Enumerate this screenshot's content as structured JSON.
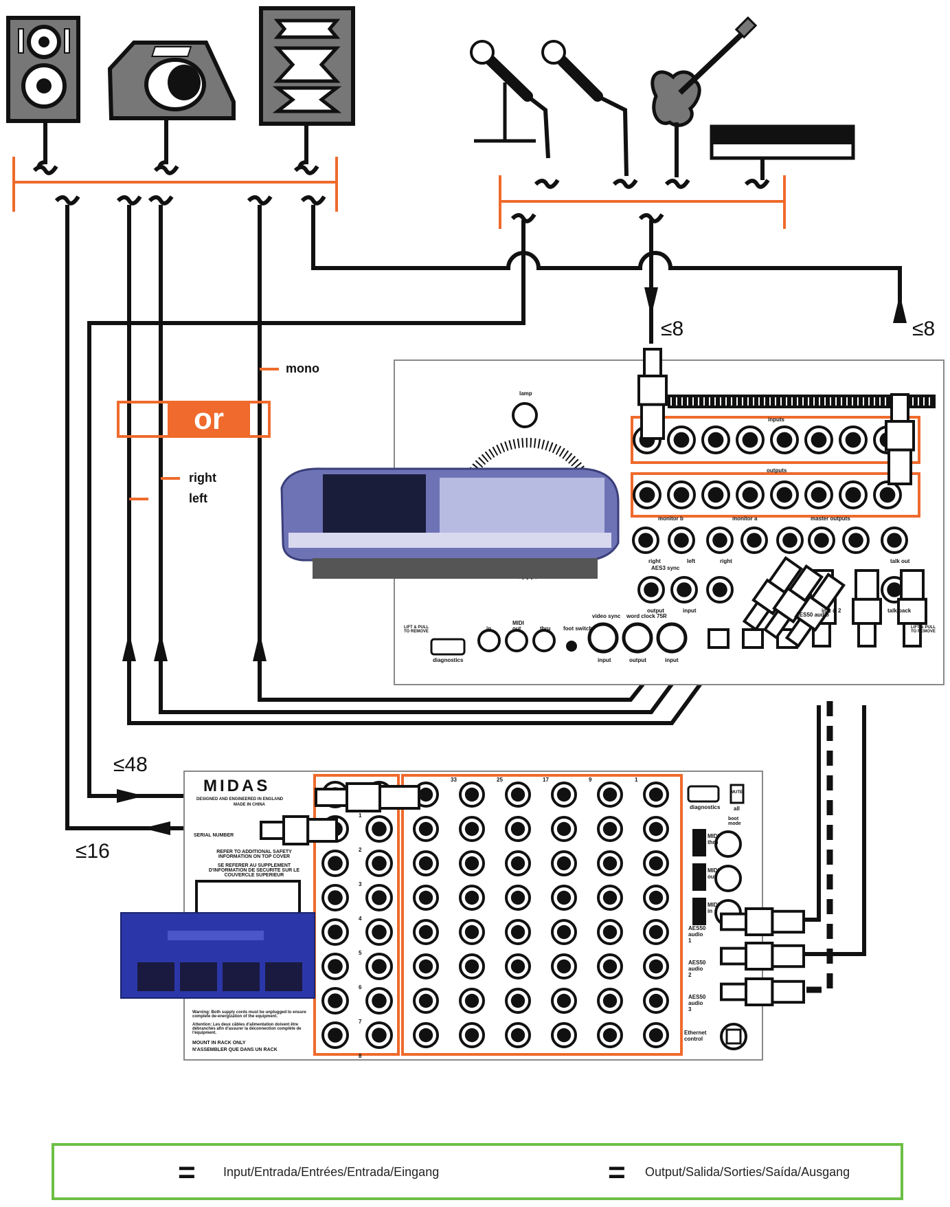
{
  "labels": {
    "mono": "mono",
    "or": "or",
    "right": "right",
    "left": "left",
    "le8_a": "≤8",
    "le8_b": "≤8",
    "le48": "≤48",
    "le16": "≤16"
  },
  "console_panel": {
    "lamp": "lamp",
    "inputs": "inputs",
    "outputs": "outputs",
    "monitor_b": "monitor b",
    "monitor_a": "monitor a",
    "master_outputs": "master outputs",
    "right": "right",
    "left": "left",
    "talk_out": "talk out",
    "aes3_sync": "AES3 sync",
    "output": "output",
    "input": "input",
    "in_1_2": "in 1 & 2",
    "talk_back": "talk back",
    "aes50_audio": "AES50 audio",
    "midi": "MIDI",
    "midi_in": "in",
    "midi_out": "out",
    "midi_thru": "thru",
    "foot_switch": "foot switch",
    "video_sync": "video sync",
    "word_clock": "word clock 75R",
    "diagnostics": "diagnostics",
    "lift_pull": "LIFT & PULL TO REMOVE"
  },
  "rack_panel": {
    "brand": "MIDAS",
    "designed": "DESIGNED AND ENGINEERED IN ENGLAND",
    "made": "MADE IN CHINA",
    "serial": "SERIAL NUMBER",
    "safety1": "REFER TO ADDITIONAL SAFETY INFORMATION ON TOP COVER",
    "safety2": "SE REFERER AU SUPPLEMENT D'INFORMATION DE SECURITE SUR LE COUVERCLE SUPERIEUR",
    "warning": "Warning: Both supply cords must be unplugged to ensure complete de-energization of the equipment.",
    "attention": "Attention: Les deux câbles d'alimentation doivent être débranchés afin d'assurer la déconnection complète de l'équipment.",
    "mount1": "MOUNT IN RACK ONLY",
    "mount2": "N'ASSEMBLER QUE DANS UN RACK",
    "diagnostics": "diagnostics",
    "mute": "MUTE",
    "all": "all",
    "boot_mode": "boot mode",
    "midi_thru": "MIDI thru",
    "midi_out": "MIDI out",
    "midi_in": "MIDI in",
    "aes50_1": "AES50 audio 1",
    "aes50_2": "AES50 audio 2",
    "aes50_3": "AES50 audio 3",
    "ethernet": "Ethernet control",
    "col_numbers": [
      "33",
      "25",
      "17",
      "9",
      "1"
    ],
    "left_numbers": [
      "1",
      "2",
      "3",
      "4",
      "5",
      "6",
      "7",
      "8"
    ]
  },
  "legend": {
    "input_text": "Input/Entrada/Entrées/Entrada/Eingang",
    "output_text": "Output/Salida/Sorties/Saída/Ausgang",
    "equals": "="
  },
  "colors": {
    "accent": "#ef6a2c",
    "legend_border": "#6cbf45",
    "cable": "#111111",
    "device_grey": "#6f6f6f",
    "stagebox_blue": "#2b37a8"
  }
}
